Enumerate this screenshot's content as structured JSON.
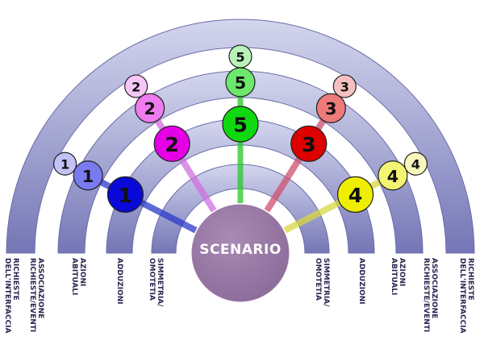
{
  "center": {
    "label": "SCENARIO",
    "color": "#9a7aa6"
  },
  "labels_left": [
    "RICHIESTE\nDELL'INTERFACCIA",
    "ASSOCIAZIONE\nRICHIESTE/EVENTI",
    "AZIONI\nABITUALI",
    "ADDUZIONI",
    "SIMMETRIA/\nOMOTETIA"
  ],
  "labels_right": [
    "SIMMETRIA/\nOMOTETIA",
    "ADDUZIONI",
    "AZIONI\nABITUALI",
    "ASSOCIAZIONE\nRICHIESTE/EVENTI",
    "RICHIESTE\nDELL'INTERFACCIA"
  ],
  "branches": [
    {
      "nodes": [
        "1",
        "1",
        "1"
      ],
      "colors": [
        "#0a0ad8",
        "#7a7af0",
        "#c2c2f6"
      ],
      "link_color": "#2a3ac8"
    },
    {
      "nodes": [
        "2",
        "2",
        "2"
      ],
      "colors": [
        "#e600e6",
        "#ee7cee",
        "#f6c6f6"
      ],
      "link_color": "#d070e0"
    },
    {
      "nodes": [
        "5",
        "5",
        "5"
      ],
      "colors": [
        "#10d810",
        "#6ce86c",
        "#b8f2b8"
      ],
      "link_color": "#28c828"
    },
    {
      "nodes": [
        "3",
        "3",
        "3"
      ],
      "colors": [
        "#dd0000",
        "#ee7a7a",
        "#f6c0c0"
      ],
      "link_color": "#d05070"
    },
    {
      "nodes": [
        "4",
        "4",
        "4"
      ],
      "colors": [
        "#eeee00",
        "#f4f474",
        "#f8f8be"
      ],
      "link_color": "#d8d840"
    }
  ]
}
